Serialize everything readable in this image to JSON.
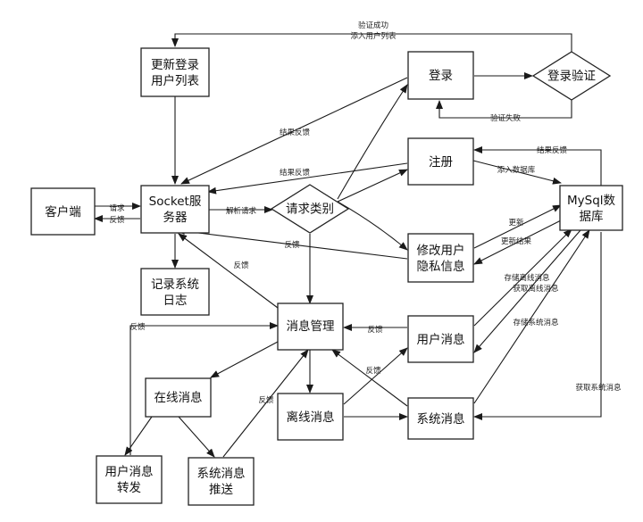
{
  "diagram": {
    "nodes": {
      "client": "客户端",
      "socket": [
        "Socket服",
        "务器"
      ],
      "log": [
        "记录系统",
        "日志"
      ],
      "update_login": [
        "更新登录",
        "用户列表"
      ],
      "login": "登录",
      "login_verify": "登录验证",
      "register": "注册",
      "request_type": "请求类别",
      "modify_privacy": [
        "修改用户",
        "隐私信息"
      ],
      "mysql": [
        "MySql数",
        "据库"
      ],
      "msg_mgmt": "消息管理",
      "user_msg": "用户消息",
      "online_msg": "在线消息",
      "offline_msg": "离线消息",
      "system_msg": "系统消息",
      "user_msg_forward": [
        "用户消息",
        "转发"
      ],
      "system_msg_push": [
        "系统消息",
        "推送"
      ]
    },
    "edge_labels": {
      "verify_success": [
        "验证成功",
        "添入用户列表"
      ],
      "verify_fail": "验证失败",
      "result_feedback": "结果反馈",
      "request": "请求",
      "feedback": "反馈",
      "parse_request": "解析请求",
      "add_db": "添入数据库",
      "update": "更新",
      "update_result": "更新结果",
      "store_offline": "存储离线消息",
      "get_offline": "获取离线消息",
      "store_system": "存储系统消息",
      "get_system": "获取系统消息"
    }
  }
}
